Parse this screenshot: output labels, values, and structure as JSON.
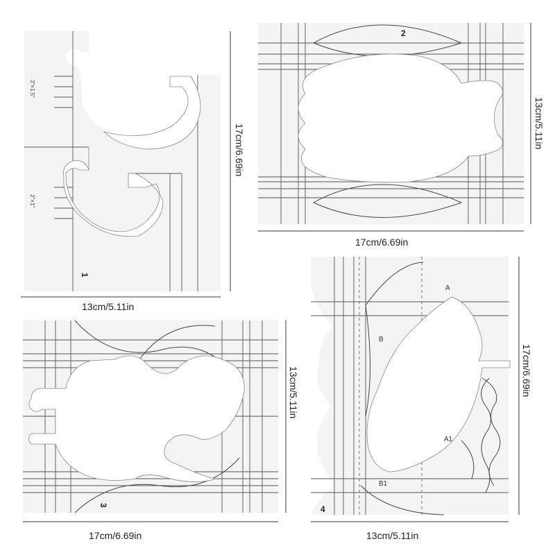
{
  "templates": [
    {
      "number": "1",
      "width_label": "13cm/5.11in",
      "height_label": "17cm/6.69in",
      "size_marks": [
        "3\"×1.5\"",
        "2\"×1\""
      ]
    },
    {
      "number": "2",
      "width_label": "17cm/6.69in",
      "height_label": "13cm/5.11in"
    },
    {
      "number": "3",
      "width_label": "17cm/6.69in",
      "height_label": "13cm/5.11in"
    },
    {
      "number": "4",
      "width_label": "13cm/5.11in",
      "height_label": "17cm/6.69in",
      "markers": [
        "A",
        "B",
        "A1",
        "B1"
      ]
    }
  ],
  "colors": {
    "background": "#ffffff",
    "ruler": "#f4f4f5",
    "lines": "#555555"
  }
}
